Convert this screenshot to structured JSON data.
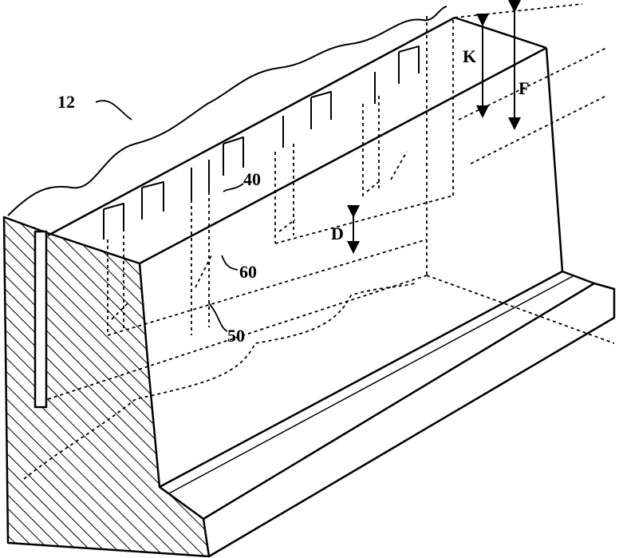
{
  "figure": {
    "labels": {
      "ref_12": "12",
      "ref_40": "40",
      "ref_60": "60",
      "ref_50": "50",
      "dim_d": "D",
      "dim_k": "K",
      "dim_f": "F"
    },
    "colors": {
      "ink": "#000000",
      "paper": "#ffffff"
    }
  }
}
